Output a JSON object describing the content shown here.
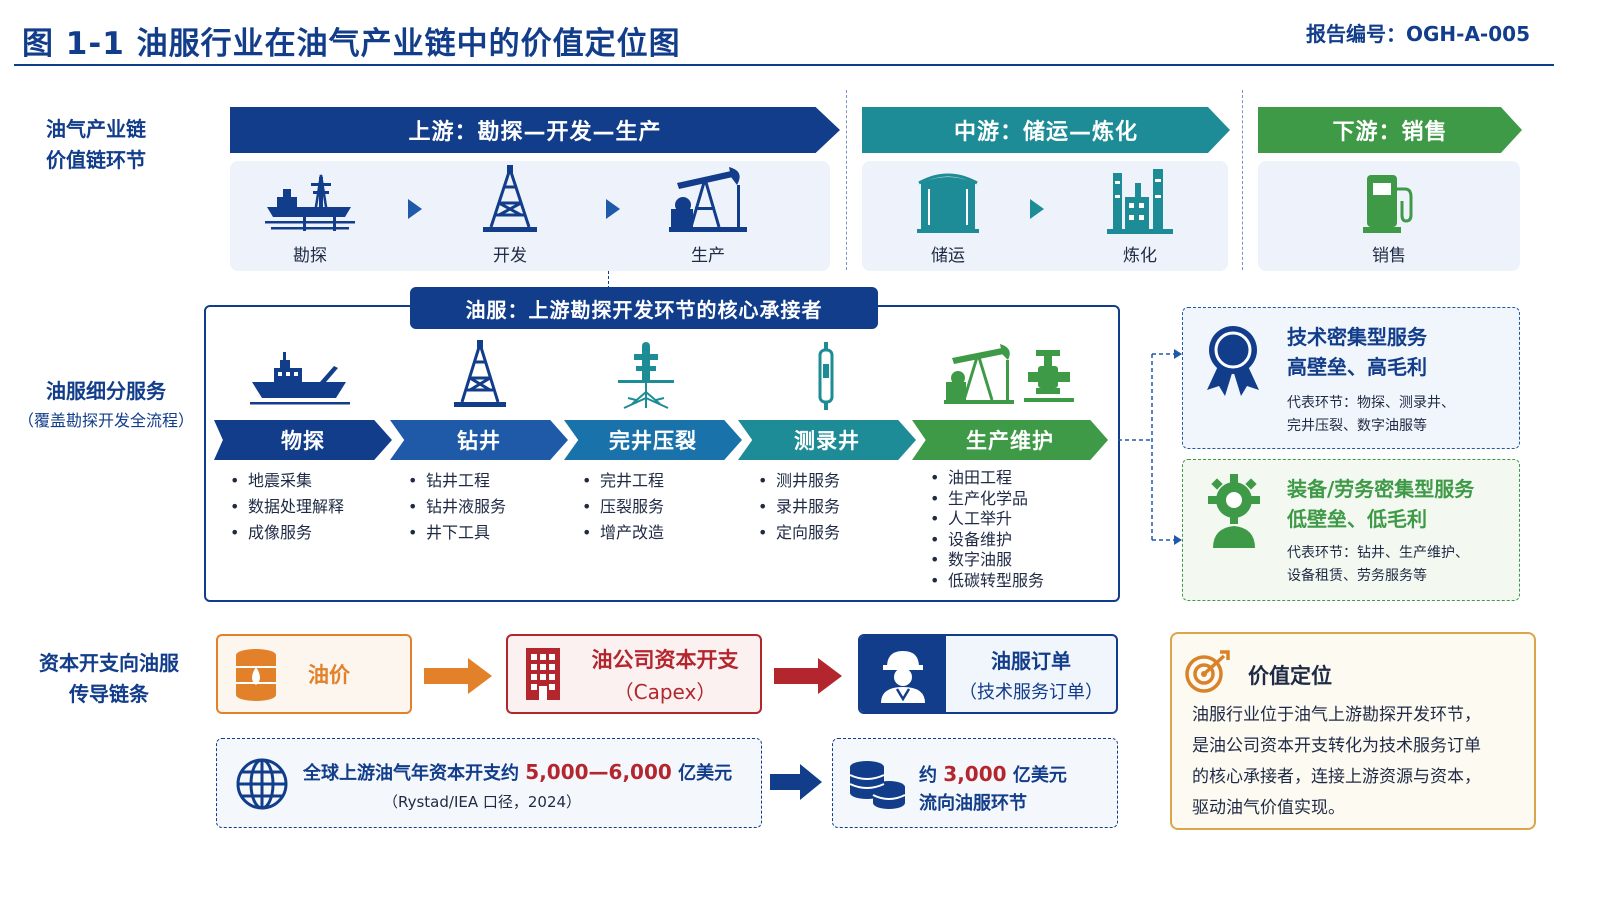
{
  "header": {
    "title": "图 1-1  油服行业在油气产业链中的价值定位图",
    "report_no": "报告编号：OGH-A-005"
  },
  "row_labels": {
    "chain": [
      "油气产业链",
      "价值链环节"
    ],
    "services": "油服细分服务",
    "services_sub": "（覆盖勘探开发全流程）",
    "capex": [
      "资本开支向油服",
      "传导链条"
    ]
  },
  "stages": {
    "upstream": {
      "title": "上游：勘探—开发—生产",
      "items": [
        "勘探",
        "开发",
        "生产"
      ]
    },
    "midstream": {
      "title": "中游：储运—炼化",
      "items": [
        "储运",
        "炼化"
      ]
    },
    "downstream": {
      "title": "下游：销售",
      "items": [
        "销售"
      ]
    }
  },
  "services": {
    "header": "油服：上游勘探开发环节的核心承接者",
    "categories": [
      {
        "name": "物探",
        "items": [
          "地震采集",
          "数据处理解释",
          "成像服务"
        ]
      },
      {
        "name": "钻井",
        "items": [
          "钻井工程",
          "钻井液服务",
          "井下工具"
        ]
      },
      {
        "name": "完井压裂",
        "items": [
          "完井工程",
          "压裂服务",
          "增产改造"
        ]
      },
      {
        "name": "测录井",
        "items": [
          "测井服务",
          "录井服务",
          "定向服务"
        ]
      },
      {
        "name": "生产维护",
        "items": [
          "油田工程",
          "生产化学品",
          "人工举升",
          "设备维护",
          "数字油服",
          "低碳转型服务"
        ]
      }
    ]
  },
  "side_cards": {
    "tech": {
      "title": "技术密集型服务",
      "subtitle": "高壁垒、高毛利",
      "desc": [
        "代表环节：物探、测录井、",
        "完井压裂、数字油服等"
      ]
    },
    "equip": {
      "title": "装备/劳务密集型服务",
      "subtitle": "低壁垒、低毛利",
      "desc": [
        "代表环节：钻井、生产维护、",
        "设备租赁、劳务服务等"
      ]
    }
  },
  "capex_chain": {
    "oil_price": "油价",
    "capex": {
      "line1": "油公司资本开支",
      "line2": "（Capex）"
    },
    "orders": {
      "line1": "油服订单",
      "line2": "（技术服务订单）"
    },
    "global": {
      "prefix": "全球上游油气年资本开支约",
      "value": "5,000—6,000",
      "suffix": "亿美元",
      "source": "（Rystad/IEA 口径，2024）"
    },
    "flow": {
      "prefix": "约",
      "value": "3,000",
      "suffix": "亿美元",
      "line2": "流向油服环节"
    }
  },
  "value_position": {
    "title": "价值定位",
    "lines": [
      "油服行业位于油气上游勘探开发环节，",
      "是油公司资本开支转化为技术服务订单",
      "的核心承接者，连接上游资源与资本，",
      "驱动油气价值实现。"
    ]
  },
  "colors": {
    "navy": "#123d8a",
    "blue": "#1e5aa8",
    "teal": "#1e8c96",
    "green": "#3f9a48",
    "orange": "#e2812a",
    "red": "#b3262d",
    "gold": "#d9a64a"
  }
}
